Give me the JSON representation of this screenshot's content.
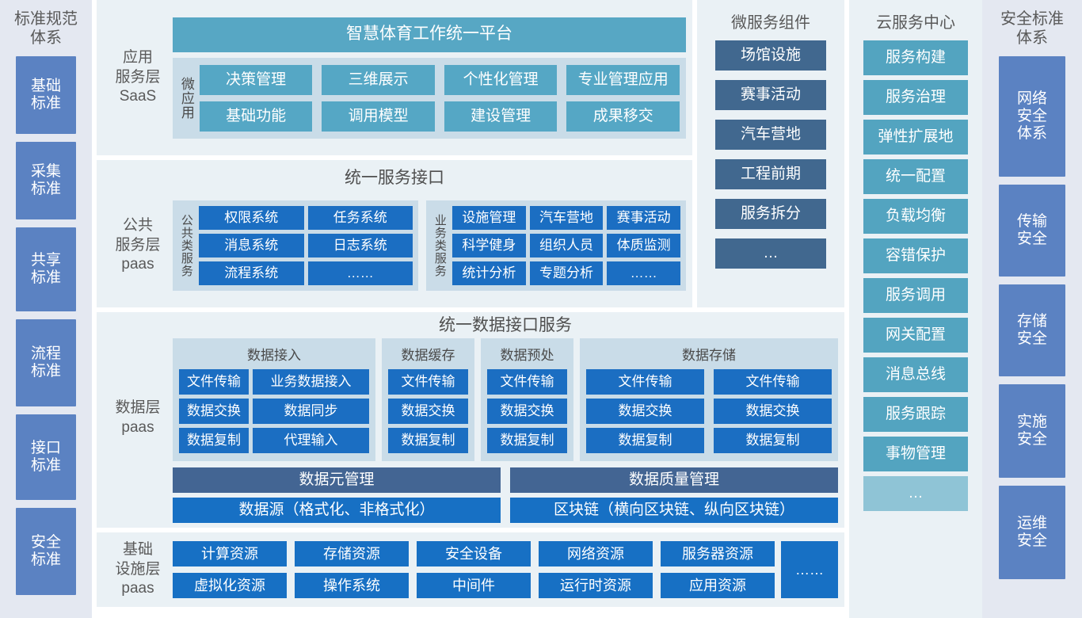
{
  "left_sidebar": {
    "title": "标准规范\n体系",
    "title_lines": [
      "标准规范",
      "体系"
    ],
    "items": [
      {
        "label": "基础\n标准",
        "lines": [
          "基础",
          "标准"
        ],
        "height": 98
      },
      {
        "label": "采集\n标准",
        "lines": [
          "采集",
          "标准"
        ],
        "height": 98
      },
      {
        "label": "共享\n标准",
        "lines": [
          "共享",
          "标准"
        ],
        "height": 106
      },
      {
        "label": "流程\n标准",
        "lines": [
          "流程",
          "标准"
        ],
        "height": 110
      },
      {
        "label": "接口\n标准",
        "lines": [
          "接口",
          "标准"
        ],
        "height": 108
      },
      {
        "label": "安全\n标准",
        "lines": [
          "安全",
          "标准"
        ],
        "height": 110
      }
    ]
  },
  "right_sidebar": {
    "title_lines": [
      "安全标准",
      "体系"
    ],
    "items": [
      {
        "lines": [
          "网络",
          "安全",
          "体系"
        ],
        "height": 152
      },
      {
        "lines": [
          "传输",
          "安全"
        ],
        "height": 116
      },
      {
        "lines": [
          "存储",
          "安全"
        ],
        "height": 116
      },
      {
        "lines": [
          "实施",
          "安全"
        ],
        "height": 118
      },
      {
        "lines": [
          "运维",
          "安全"
        ],
        "height": 118
      }
    ]
  },
  "app_layer": {
    "label_lines": [
      "应用",
      "服务层",
      "SaaS"
    ],
    "platform_banner": "智慧体育工作统一平台",
    "micro_app_vlabel": "微应用",
    "micro_apps": [
      "决策管理",
      "三维展示",
      "个性化管理",
      "专业管理应用",
      "基础功能",
      "调用模型",
      "建设管理",
      "成果移交"
    ]
  },
  "public_layer": {
    "label_lines": [
      "公共",
      "服务层",
      "paas"
    ],
    "title": "统一服务接口",
    "group_common": {
      "vlabel": "公共类服务",
      "items": [
        "权限系统",
        "任务系统",
        "消息系统",
        "日志系统",
        "流程系统",
        "……"
      ]
    },
    "group_business": {
      "vlabel": "业务类服务",
      "items": [
        "设施管理",
        "汽车营地",
        "赛事活动",
        "科学健身",
        "组织人员",
        "体质监测",
        "统计分析",
        "专题分析",
        "……"
      ]
    }
  },
  "microservice_column": {
    "title": "微服务组件",
    "items": [
      "场馆设施",
      "赛事活动",
      "汽车营地",
      "工程前期",
      "服务拆分",
      "…"
    ]
  },
  "cloud_column": {
    "title": "云服务中心",
    "items": [
      "服务构建",
      "服务治理",
      "弹性扩展地",
      "统一配置",
      "负载均衡",
      "容错保护",
      "服务调用",
      "网关配置",
      "消息总线",
      "服务跟踪",
      "事物管理"
    ],
    "more": "…"
  },
  "data_layer": {
    "label_lines": [
      "数据层",
      "paas"
    ],
    "title": "统一数据接口服务",
    "groups": [
      {
        "title": "数据接入",
        "items": [
          "文件传输",
          "业务数据接入",
          "数据交换",
          "数据同步",
          "数据复制",
          "代理输入"
        ]
      },
      {
        "title": "数据缓存",
        "items": [
          "文件传输",
          "数据交换",
          "数据复制"
        ]
      },
      {
        "title": "数据预处",
        "items": [
          "文件传输",
          "数据交换",
          "数据复制"
        ]
      },
      {
        "title": "数据存储",
        "items": [
          "文件传输",
          "文件传输",
          "数据交换",
          "数据交换",
          "数据复制",
          "数据复制"
        ]
      }
    ],
    "bar_row_1": [
      "数据元管理",
      "数据质量管理"
    ],
    "bar_row_2": [
      "数据源（格式化、非格式化）",
      "区块链（横向区块链、纵向区块链）"
    ]
  },
  "infra_layer": {
    "label_lines": [
      "基础",
      "设施层",
      "paas"
    ],
    "items": [
      "计算资源",
      "存储资源",
      "安全设备",
      "网络资源",
      "服务器资源",
      "虚拟化资源",
      "操作系统",
      "中间件",
      "运行时资源",
      "应用资源"
    ],
    "more": "……"
  },
  "colors": {
    "sidebar_bg": "#E4E8F1",
    "sidebar_box": "#5B82C2",
    "panel_bg": "#EAF1F5",
    "teal": "#55A7C5",
    "light_group": "#C9DCE8",
    "blue": "#1B6EC2",
    "dark_blue_box": "#41688F",
    "slate": "#436593",
    "bright_blue": "#1770C4",
    "cloud_teal": "#53A4C0"
  }
}
